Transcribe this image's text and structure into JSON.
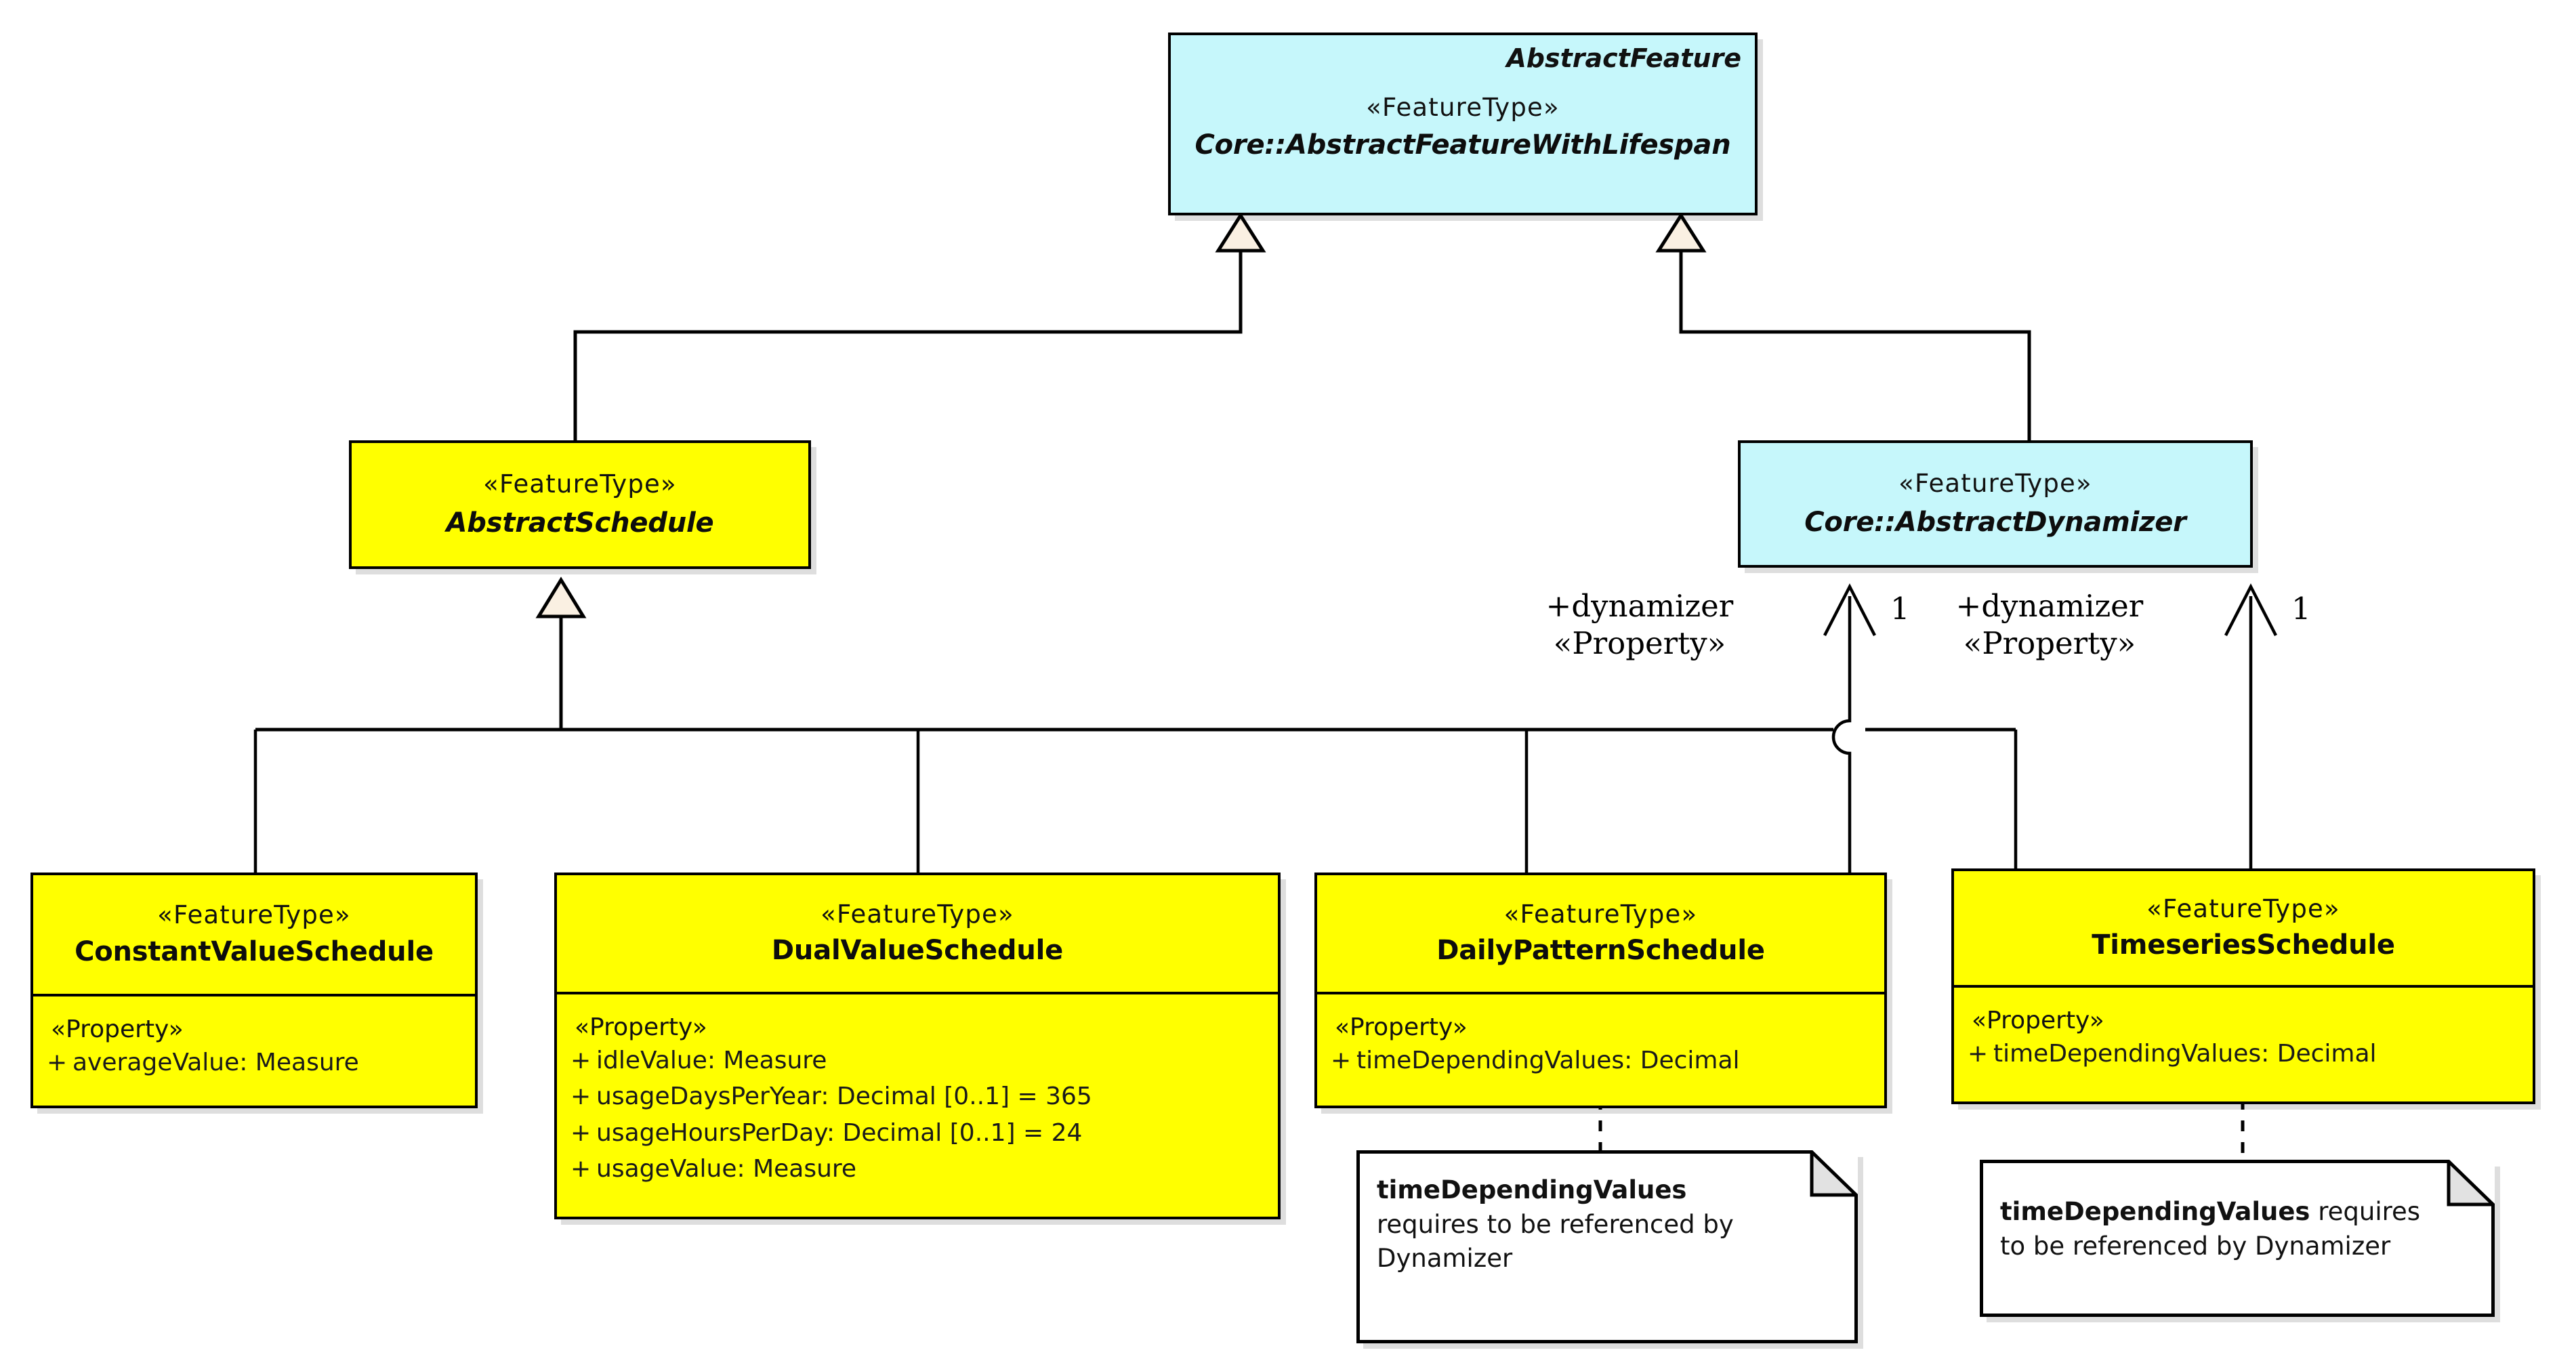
{
  "diagram": {
    "title": "Schedule feature types UML class diagram",
    "colors": {
      "abstract_class_fill": "#C6F7FB",
      "concrete_class_fill": "#FFFF00",
      "generalization_arrow_fill": "#FAF0E2",
      "note_fill": "#FFFFFF",
      "line": "#000000"
    }
  },
  "classes": {
    "abstract_feature": {
      "feature_name": "AbstractFeature",
      "stereotype": "«FeatureType»",
      "name": "Core::AbstractFeatureWithLifespan"
    },
    "abstract_schedule": {
      "stereotype": "«FeatureType»",
      "name": "AbstractSchedule"
    },
    "abstract_dynamizer": {
      "stereotype": "«FeatureType»",
      "name": "Core::AbstractDynamizer"
    },
    "constant_value_schedule": {
      "stereotype": "«FeatureType»",
      "name": "ConstantValueSchedule",
      "property_stereotype": "«Property»",
      "properties": [
        {
          "visibility": "+",
          "text": "averageValue: Measure"
        }
      ]
    },
    "dual_value_schedule": {
      "stereotype": "«FeatureType»",
      "name": "DualValueSchedule",
      "property_stereotype": "«Property»",
      "properties": [
        {
          "visibility": "+",
          "text": "idleValue: Measure"
        },
        {
          "visibility": "+",
          "text": "usageDaysPerYear: Decimal [0..1] = 365"
        },
        {
          "visibility": "+",
          "text": "usageHoursPerDay: Decimal [0..1] = 24"
        },
        {
          "visibility": "+",
          "text": "usageValue: Measure"
        }
      ]
    },
    "daily_pattern_schedule": {
      "stereotype": "«FeatureType»",
      "name": "DailyPatternSchedule",
      "property_stereotype": "«Property»",
      "properties": [
        {
          "visibility": "+",
          "text": "timeDependingValues: Decimal"
        }
      ]
    },
    "timeseries_schedule": {
      "stereotype": "«FeatureType»",
      "name": "TimeseriesSchedule",
      "property_stereotype": "«Property»",
      "properties": [
        {
          "visibility": "+",
          "text": "timeDependingValues: Decimal"
        }
      ]
    }
  },
  "associations": [
    {
      "id": "daily",
      "role": "+dynamizer",
      "stereotype": "«Property»",
      "multiplicity": "1"
    },
    {
      "id": "timeseries",
      "role": "+dynamizer",
      "stereotype": "«Property»",
      "multiplicity": "1"
    }
  ],
  "notes": [
    {
      "id": "note-daily",
      "bold_prefix": "timeDependingValues",
      "rest": " requires to be referenced by Dynamizer",
      "lines": [
        "timeDependingValues",
        "requires to be referenced by",
        "Dynamizer"
      ]
    },
    {
      "id": "note-timeseries",
      "bold_prefix": "timeDependingValues",
      "rest": " requires to be referenced by Dynamizer",
      "lines": [
        "timeDependingValues requires",
        "to be referenced by Dynamizer"
      ]
    }
  ]
}
